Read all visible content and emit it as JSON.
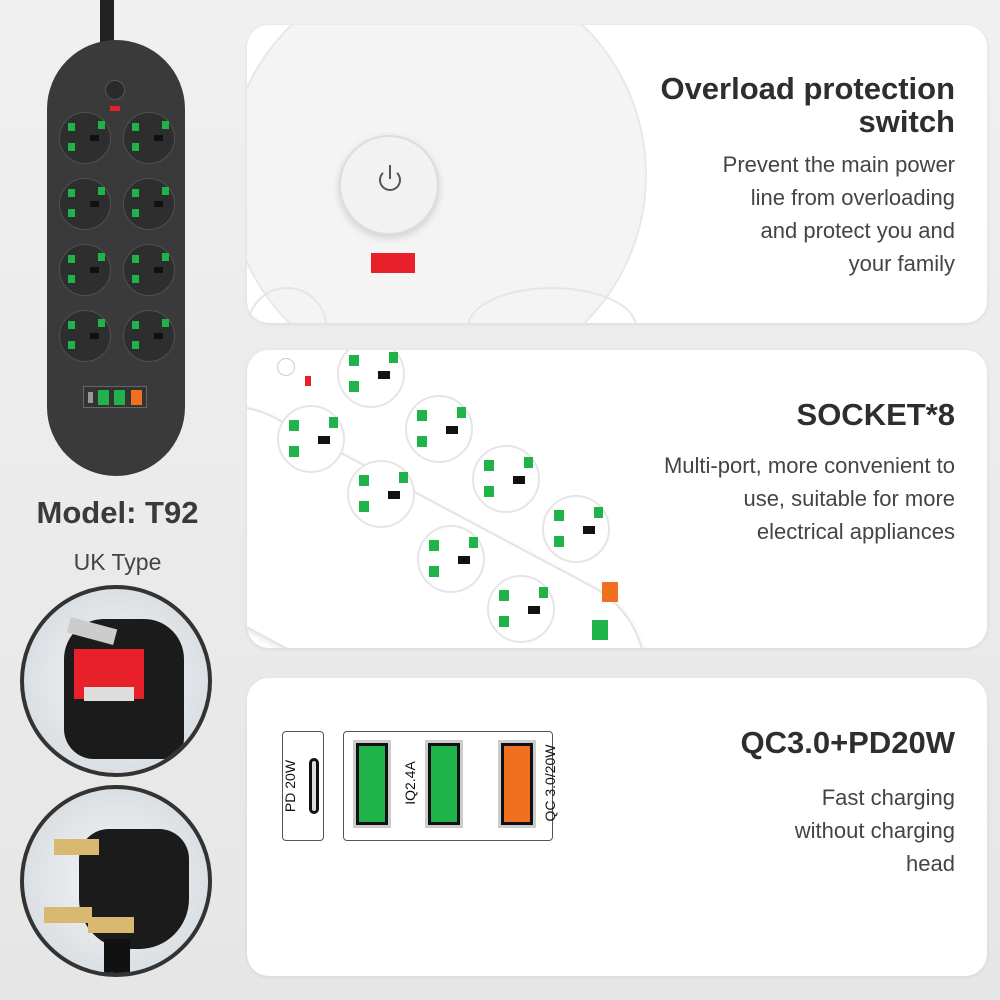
{
  "product": {
    "model_label": "Model: T92",
    "type_label": "UK Type"
  },
  "features": [
    {
      "title_lines": [
        "Overload protection",
        "switch"
      ],
      "desc_lines": [
        "Prevent the main power",
        "line from overloading",
        "and protect you and",
        "your family"
      ]
    },
    {
      "title_lines": [
        "SOCKET*8"
      ],
      "desc_lines": [
        "Multi-port, more convenient to",
        "use, suitable for more",
        "electrical appliances"
      ]
    },
    {
      "title_lines": [
        "QC3.0+PD20W"
      ],
      "desc_lines": [
        "Fast charging",
        "without charging",
        "head"
      ]
    }
  ],
  "ports": {
    "typec_label": "PD 20W",
    "usb_label": "IQ2.4A",
    "qc_label": "QC 3.0/20W"
  },
  "colors": {
    "strip": "#3a3a3a",
    "socket_pin": "#1fb34a",
    "indicator": "#e8202a",
    "qc_port": "#f07020"
  }
}
